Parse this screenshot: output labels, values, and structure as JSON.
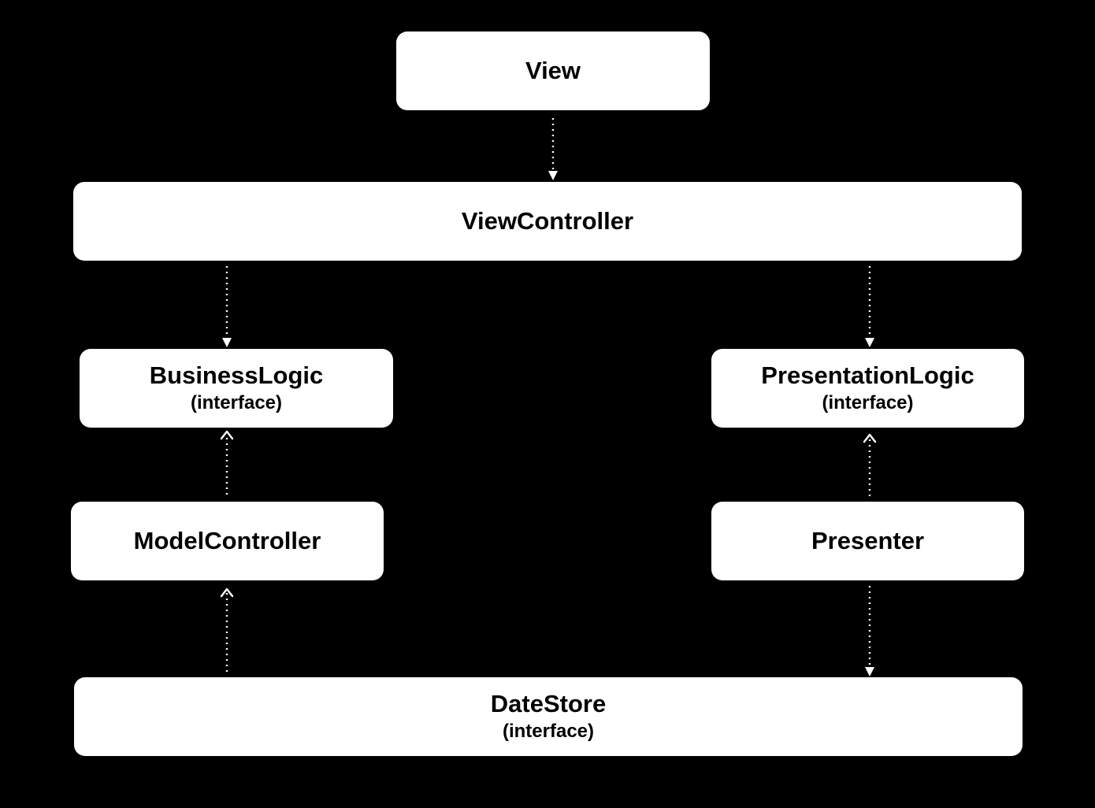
{
  "diagram": {
    "boxes": {
      "view": {
        "title": "View"
      },
      "view_controller": {
        "title": "ViewController"
      },
      "business_logic": {
        "title": "BusinessLogic",
        "subtitle": "(interface)"
      },
      "presentation_logic": {
        "title": "PresentationLogic",
        "subtitle": "(interface)"
      },
      "model_controller": {
        "title": "ModelController"
      },
      "presenter": {
        "title": "Presenter"
      },
      "date_store": {
        "title": "DateStore",
        "subtitle": "(interface)"
      }
    },
    "connections": [
      {
        "from": "view",
        "to": "view_controller",
        "style": "dotted",
        "arrowhead": "filled"
      },
      {
        "from": "view_controller",
        "to": "business_logic",
        "style": "dotted",
        "arrowhead": "filled"
      },
      {
        "from": "view_controller",
        "to": "presentation_logic",
        "style": "dotted",
        "arrowhead": "filled"
      },
      {
        "from": "model_controller",
        "to": "business_logic",
        "style": "dotted",
        "arrowhead": "open"
      },
      {
        "from": "presenter",
        "to": "presentation_logic",
        "style": "dotted",
        "arrowhead": "open"
      },
      {
        "from": "date_store",
        "to": "model_controller",
        "style": "dotted",
        "arrowhead": "open"
      },
      {
        "from": "presenter",
        "to": "date_store",
        "style": "dotted",
        "arrowhead": "filled"
      }
    ],
    "colors": {
      "background": "#000000",
      "box_fill": "#ffffff",
      "text": "#000000",
      "arrow": "#ffffff"
    }
  }
}
